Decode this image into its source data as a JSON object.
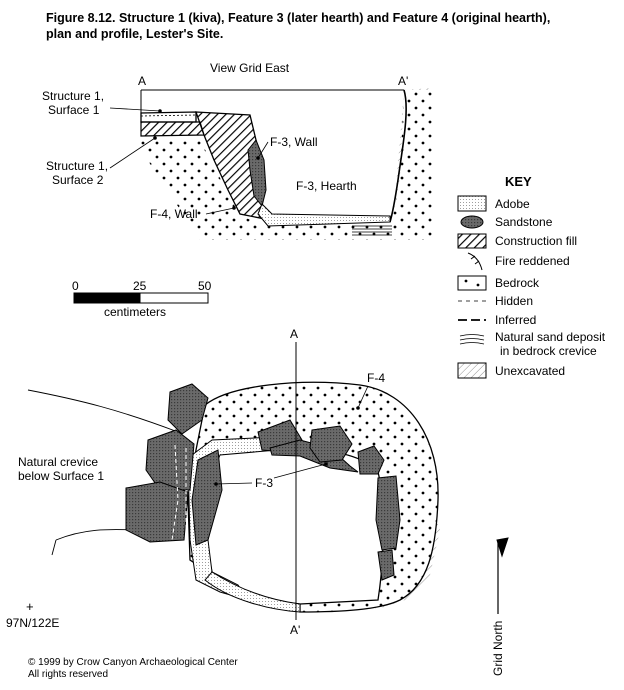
{
  "figure": {
    "title_line1": "Figure 8.12. Structure 1 (kiva), Feature 3 (later hearth) and Feature 4 (original hearth),",
    "title_line2": "plan and profile, Lester's Site.",
    "copyright_line1": "© 1999 by Crow Canyon Archaeological Center",
    "copyright_line2": "All rights reserved"
  },
  "profile": {
    "view_label": "View Grid East",
    "endpoint_a": "A",
    "endpoint_a_prime": "A'",
    "surface1_line1": "Structure 1,",
    "surface1_line2": "Surface 1",
    "surface2_line1": "Structure 1,",
    "surface2_line2": "Surface 2",
    "f3_wall": "F-3, Wall",
    "f3_hearth": "F-3, Hearth",
    "f4_wall": "F-4, Wall"
  },
  "scale": {
    "tick_0": "0",
    "tick_25": "25",
    "tick_50": "50",
    "unit": "centimeters"
  },
  "key": {
    "title": "KEY",
    "items": [
      {
        "label": "Adobe",
        "icon": "adobe-swatch"
      },
      {
        "label": "Sandstone",
        "icon": "sandstone-swatch"
      },
      {
        "label": "Construction fill",
        "icon": "construction-fill-swatch"
      },
      {
        "label": "Fire reddened",
        "icon": "fire-reddened-symbol"
      },
      {
        "label": "Bedrock",
        "icon": "bedrock-swatch"
      },
      {
        "label": "Hidden",
        "icon": "hidden-line"
      },
      {
        "label": "Inferred",
        "icon": "inferred-line"
      },
      {
        "label": "Natural sand deposit",
        "label2": "in bedrock crevice",
        "icon": "sand-deposit-symbol"
      },
      {
        "label": "Unexcavated",
        "icon": "unexcavated-swatch"
      }
    ]
  },
  "plan": {
    "section_a": "A",
    "section_a_prime": "A'",
    "f4_label": "F-4",
    "f3_label": "F-3",
    "crevice_line1": "Natural crevice",
    "crevice_line2": "below Surface 1",
    "datum": "97N/122E",
    "north_label": "Grid North"
  }
}
